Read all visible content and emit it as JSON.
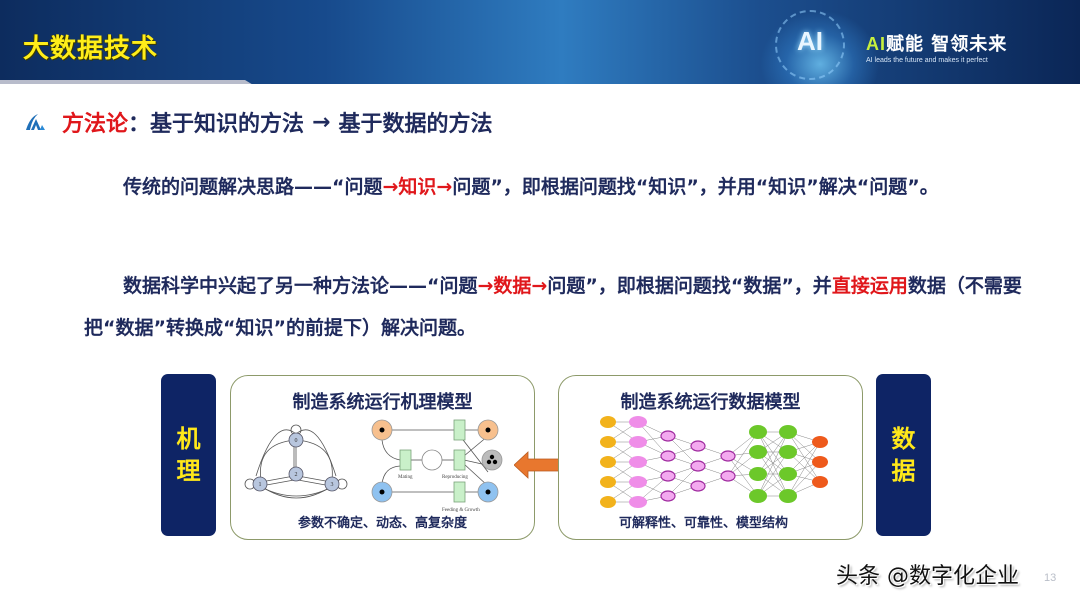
{
  "header": {
    "title": "大数据技术",
    "slogan_ai": "AI",
    "slogan_rest": "赋能  智领未来",
    "slogan_sub": "AI leads the future and makes it perfect",
    "badge_text": "AI"
  },
  "section": {
    "label": "方法论",
    "colon": "：",
    "from": "基于知识的方法",
    "arrow": "→",
    "to": "基于数据的方法"
  },
  "paragraph1": {
    "a": "传统的问题解决思路——“问题",
    "b": "→知识→",
    "c": "问题”，即根据问题找“知识”，并用“知识”解决“问题”。"
  },
  "paragraph2": {
    "a": "数据科学中兴起了另一种方法论——“问题",
    "b": "→数据→",
    "c": "问题”，即根据问题找“数据”，并",
    "d": "直接运用",
    "e": "数据（不需要把“数据”转换成“知识”的前提下）解决问题。"
  },
  "diagram": {
    "left_label_1": "机",
    "left_label_2": "理",
    "right_label_1": "数",
    "right_label_2": "据",
    "left_panel": {
      "title": "制造系统运行机理模型",
      "caption": "参数不确定、动态、高复杂度",
      "petri_labels": [
        "Mating",
        "Reproducing",
        "Feeding & Growth"
      ],
      "markov_states": [
        "0",
        "1",
        "2",
        "3"
      ]
    },
    "right_panel": {
      "title": "制造系统运行数据模型",
      "caption": "可解释性、可靠性、模型结构"
    },
    "colors": {
      "side_box": "#0e2465",
      "side_text": "#ffe81a",
      "arrow": "#e8772e",
      "nn_input": "#f2b21c",
      "nn_pink": "#ef8de8",
      "nn_green": "#6cc82a",
      "nn_output": "#ee5a1c"
    }
  },
  "watermark": "头条 @数字化企业",
  "page_number": "13"
}
